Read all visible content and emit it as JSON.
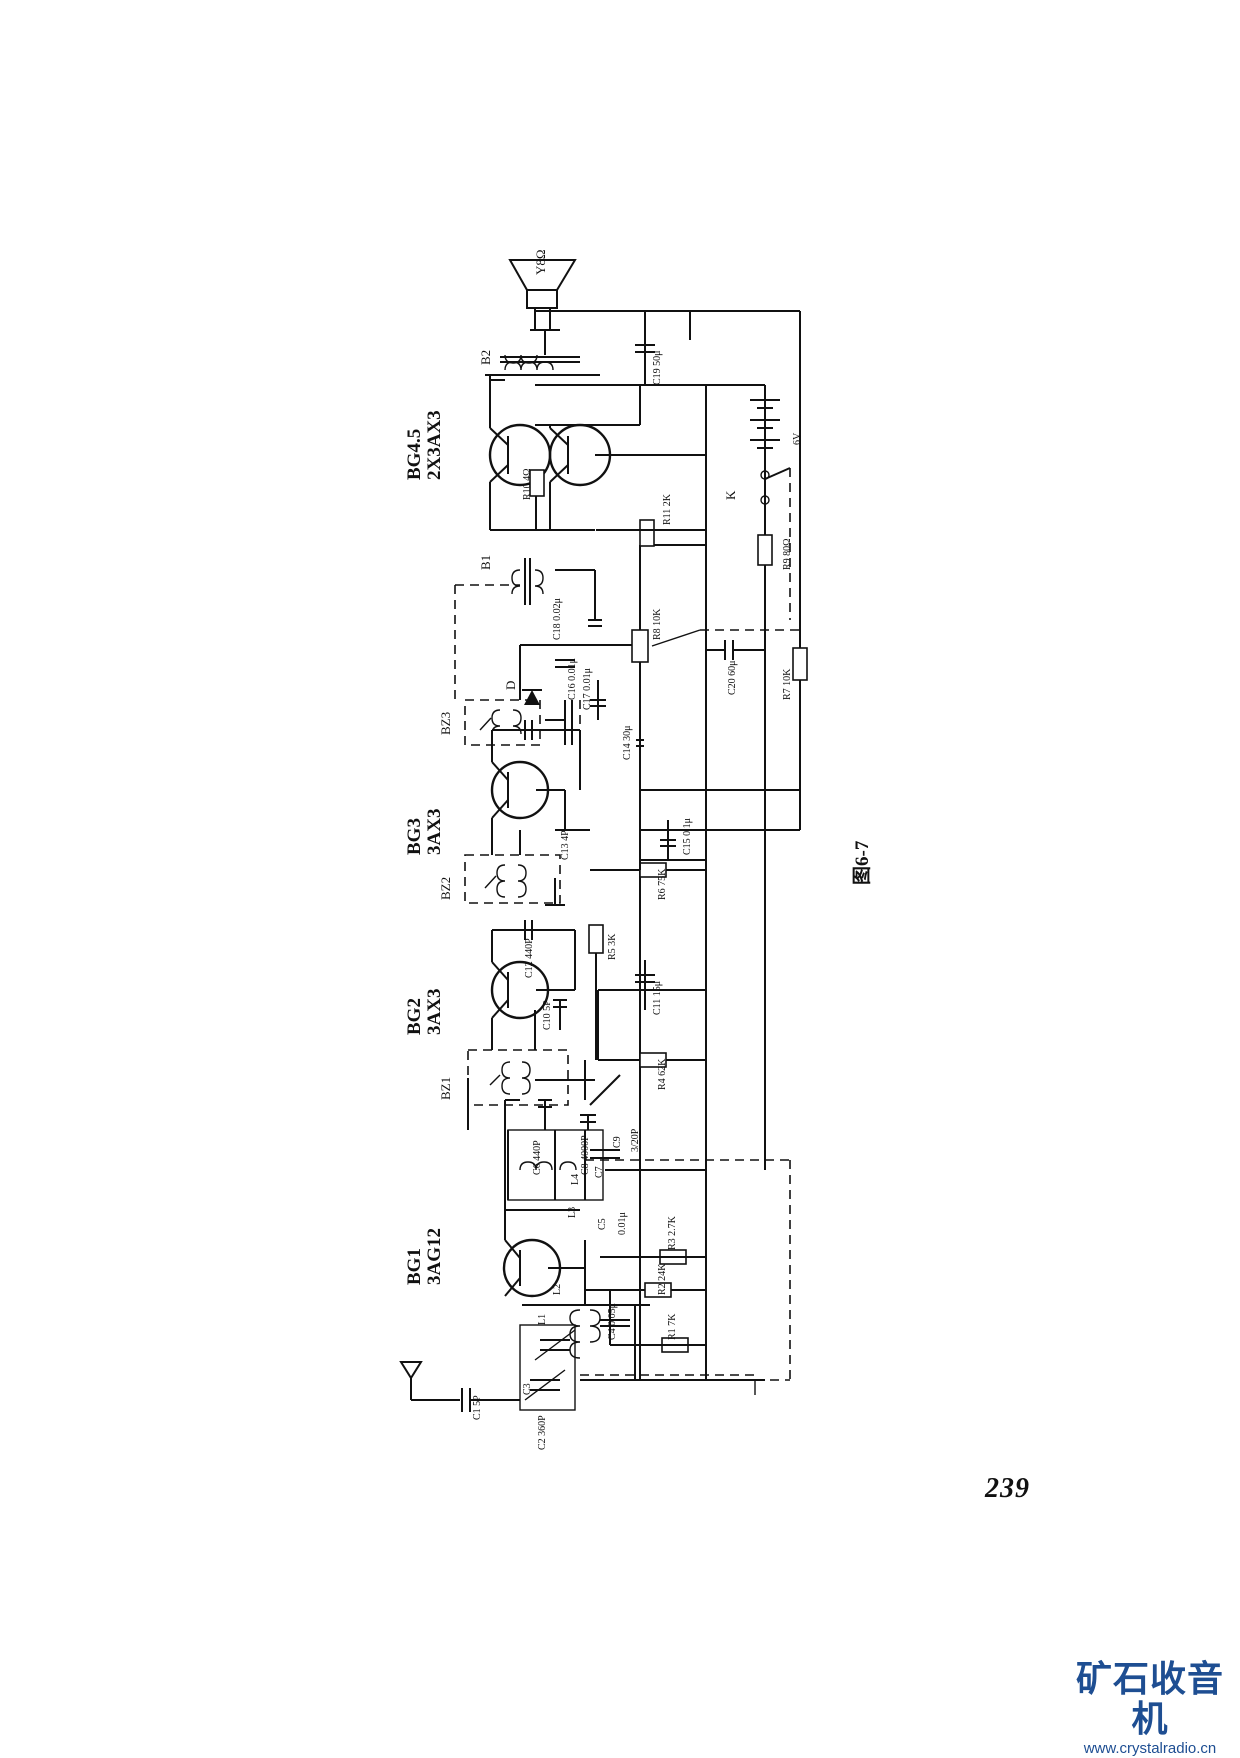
{
  "figure": {
    "caption": "图6-7"
  },
  "labels": {
    "bg1": "BG1",
    "bg1_type": "3AG12",
    "bg2": "BG2",
    "bg2_type": "3AX3",
    "bg3": "BG3",
    "bg3_type": "3AX3",
    "bg45": "BG4.5",
    "bg45_type": "2X3AX3",
    "bz1": "BZ1",
    "bz2": "BZ2",
    "bz3": "BZ3",
    "b1": "B1",
    "b2": "B2",
    "speaker": "Y8Ω",
    "c1": "C1 5P",
    "c2": "C2 360P",
    "c3": "C3",
    "c4": "C4 0.05μ",
    "c5": "C5",
    "c5_val": "0.01μ",
    "c6": "C6 440P",
    "c7": "C7",
    "c8": "C8 4000P",
    "c9": "C9",
    "c9_val": "3/20P",
    "c10": "C10 5P",
    "c11": "C11 15μ",
    "c12": "C12 440P",
    "c13": "C13 4P",
    "c14": "C14 30μ",
    "c15": "C15 0.1μ",
    "c16": "C16 0.01μ",
    "c17": "C17 0.01μ",
    "c18": "C18 0.02μ",
    "c19": "C19 50μ",
    "c20": "C20 60μ",
    "r1": "R1 7K",
    "r2": "R2 24K",
    "r3": "R3 2.7K",
    "r4": "R4 62K",
    "r5": "R5 3K",
    "r6": "R6 75K",
    "r7": "R7 10K",
    "r8": "R8 10K",
    "r9": "R9 80Ω",
    "r10": "R10 4Ω",
    "r11": "R11 2K",
    "d": "D",
    "k": "K",
    "battery": "6V",
    "l1": "L1",
    "l2": "L2",
    "l3": "L3",
    "l4": "L4"
  },
  "page_number": "239",
  "watermark": {
    "text": "矿石收音机",
    "url": "www.crystalradio.cn"
  }
}
